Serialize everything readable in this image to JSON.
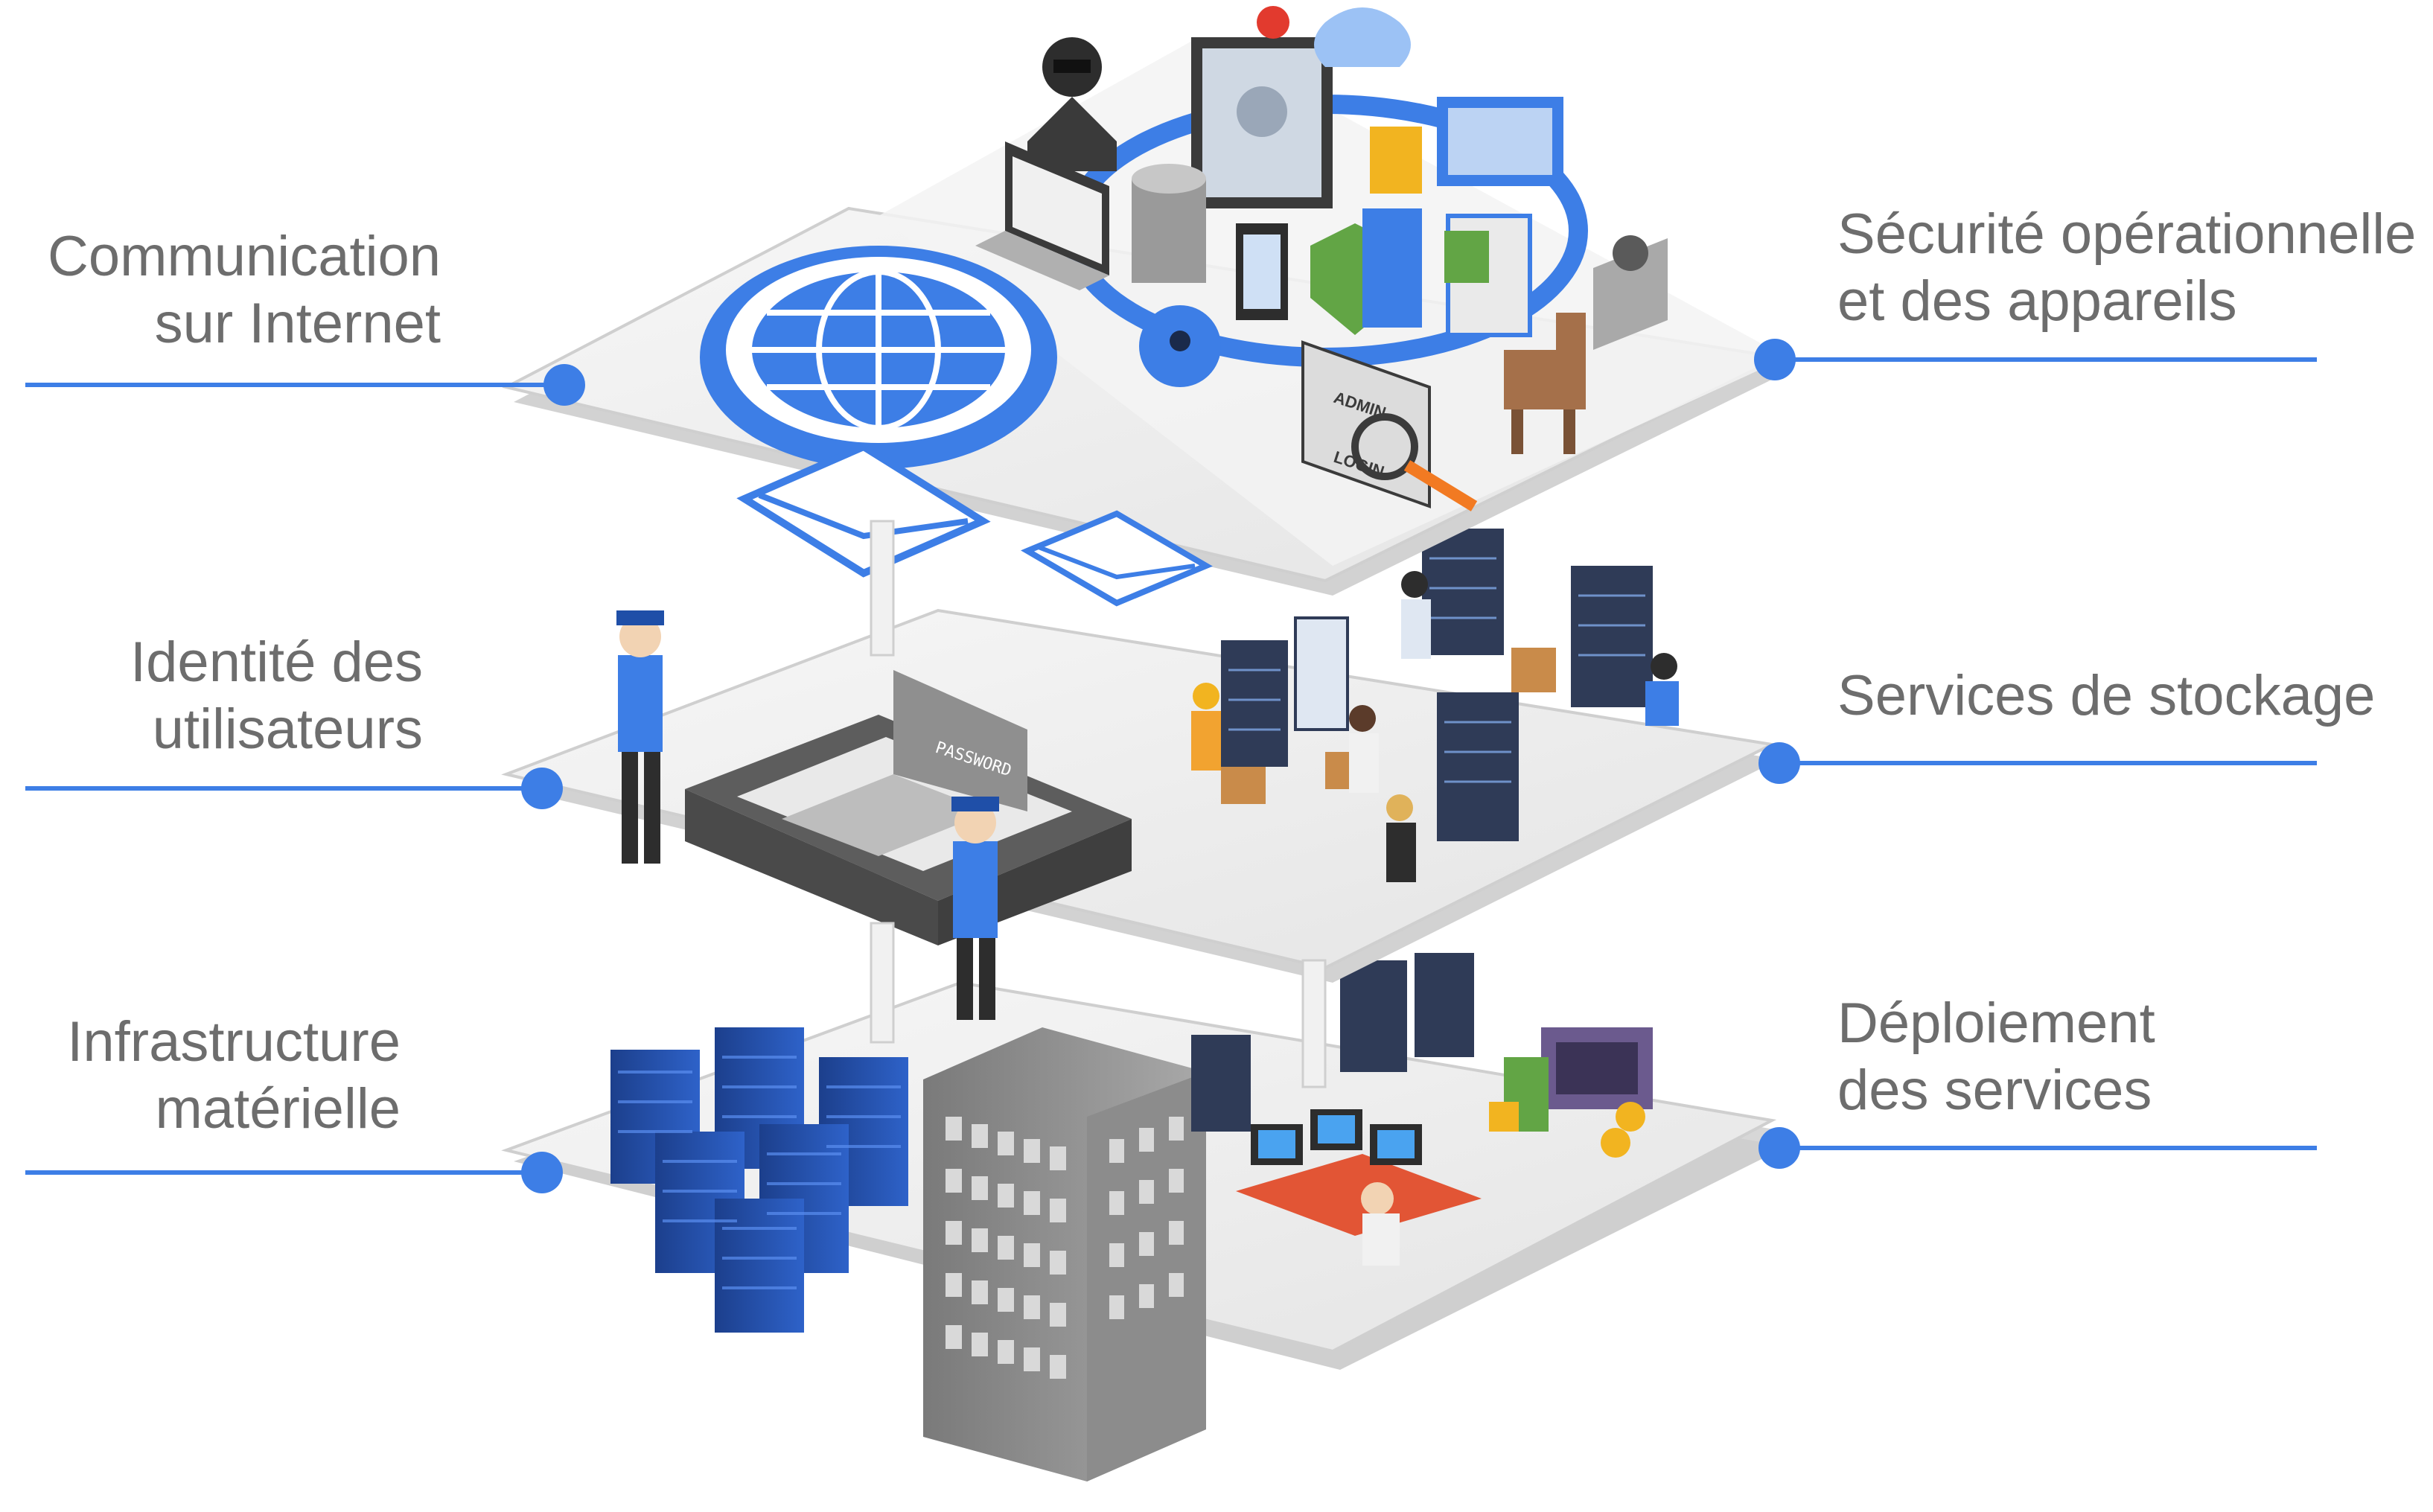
{
  "layers": [
    {
      "id": "internet",
      "side": "left",
      "lines": [
        "Communication",
        "sur Internet"
      ]
    },
    {
      "id": "identity",
      "side": "left",
      "lines": [
        "Identité des",
        "utilisateurs"
      ]
    },
    {
      "id": "hardware",
      "side": "left",
      "lines": [
        "Infrastructure",
        "matérielle"
      ]
    },
    {
      "id": "security",
      "side": "right",
      "lines": [
        "Sécurité opérationnelle",
        "et des appareils"
      ]
    },
    {
      "id": "storage",
      "side": "right",
      "lines": [
        "Services de stockage"
      ]
    },
    {
      "id": "deployment",
      "side": "right",
      "lines": [
        "Déploiement",
        "des services"
      ]
    }
  ],
  "art_text": {
    "password": "PASSWORD",
    "admin": "ADMIN",
    "login": "LOGIN"
  },
  "colors": {
    "accent_blue": "#3d7ee6",
    "platform_fill": "#eeeeee",
    "platform_edge": "#c9c9c9",
    "label_gray": "#6d6d6d",
    "server_blue": "#1f4fa8"
  }
}
